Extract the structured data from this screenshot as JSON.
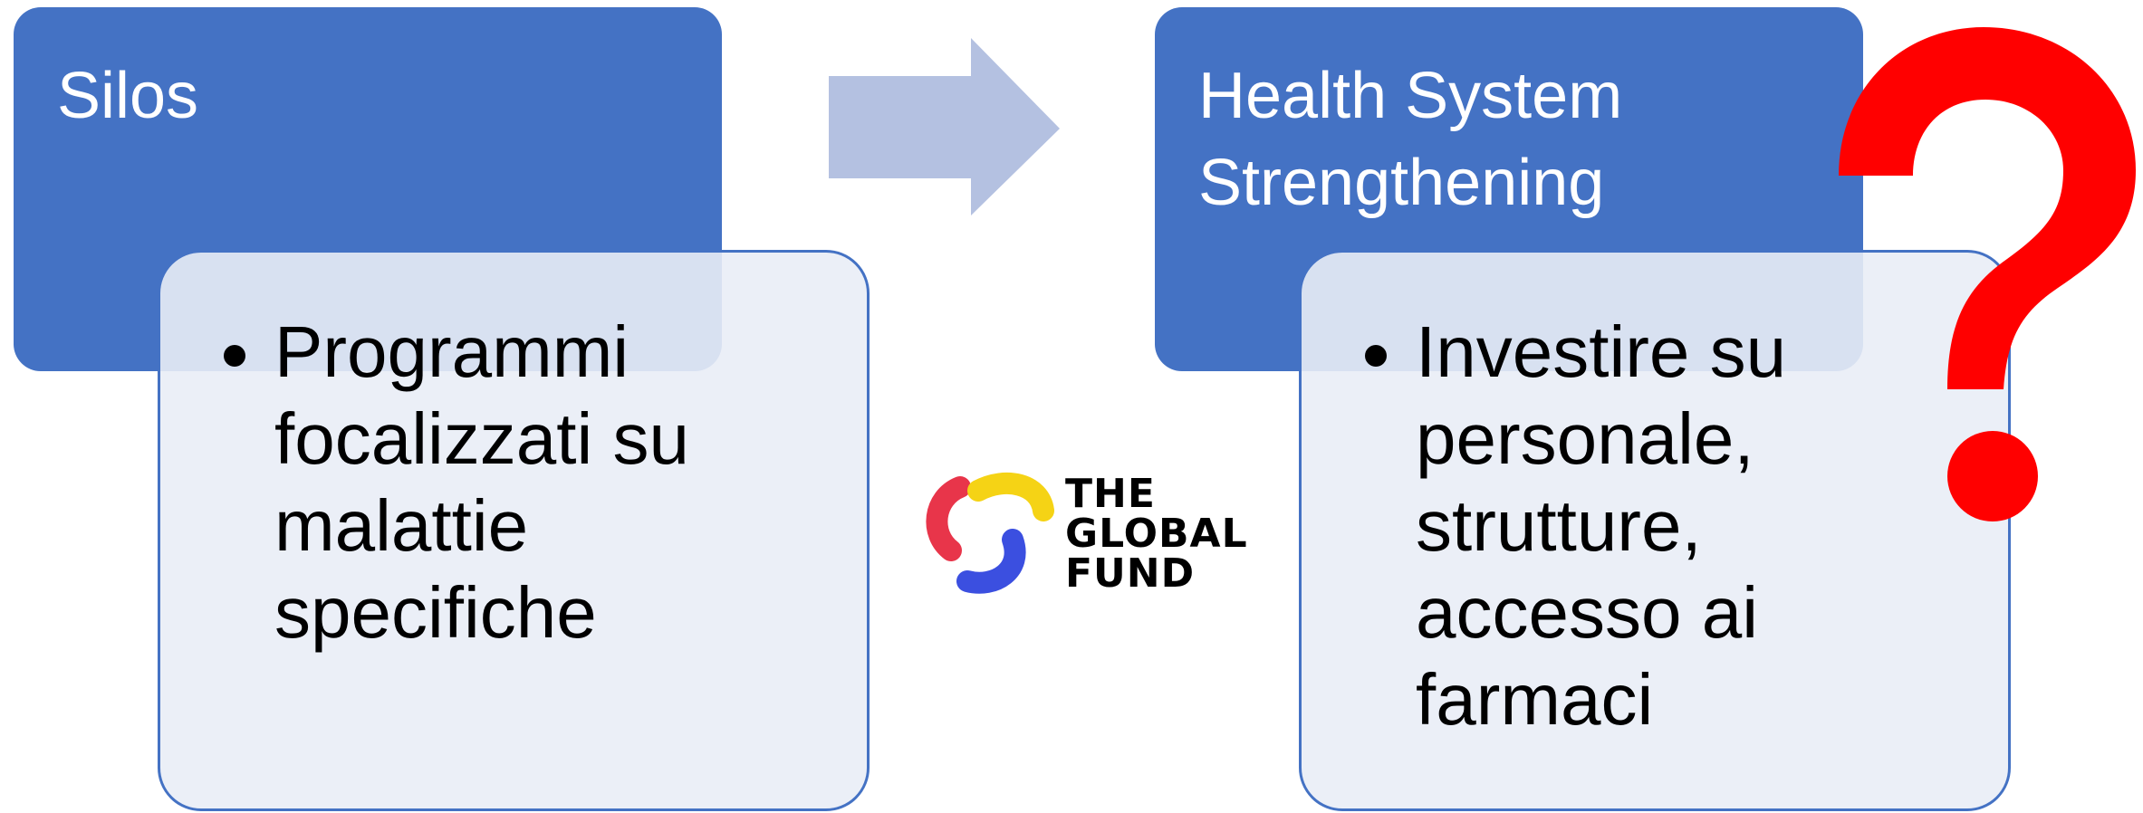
{
  "colors": {
    "header_fill": "#4472C4",
    "detail_fill": "#E9EDF6",
    "arrow_fill": "#B4C1E1",
    "question_mark": "#FF0000",
    "logo_red": "#E8354A",
    "logo_yellow": "#F5D315",
    "logo_blue": "#3B4FE0"
  },
  "left": {
    "header": "Silos",
    "bullets": [
      {
        "text": "Programmi\nfocalizzati su\nmalattie\nspecifiche"
      }
    ]
  },
  "right": {
    "header": "Health System\nStrengthening",
    "bullets": [
      {
        "text": "Investire su\npersonale,\nstrutture,\naccesso ai\nfarmaci"
      }
    ]
  },
  "arrow": {
    "icon": "right-arrow-icon"
  },
  "logo": {
    "line1": "THE",
    "line2": "GLOBAL",
    "line3": "FUND"
  },
  "overlay": {
    "icon": "question-mark-icon"
  }
}
